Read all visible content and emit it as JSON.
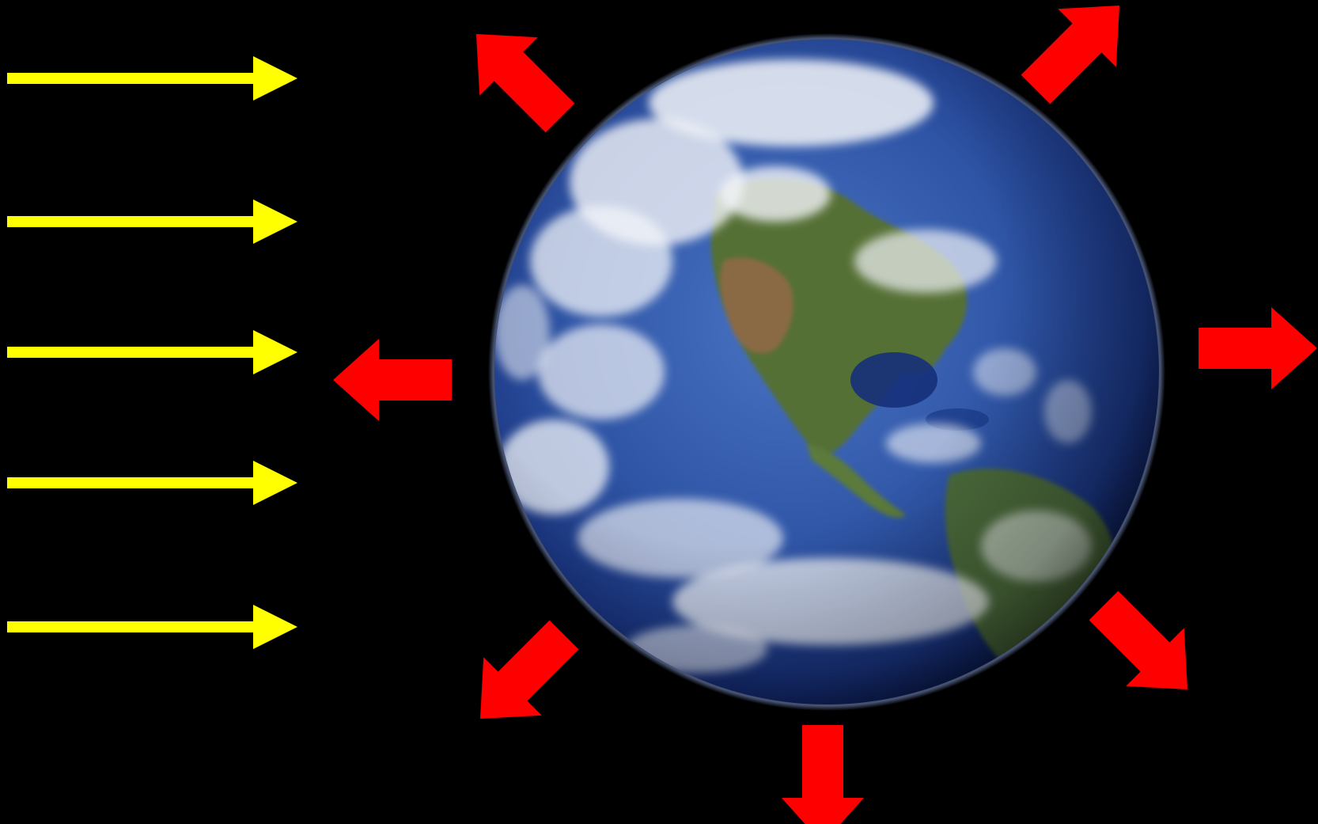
{
  "colors": {
    "background": "#000000",
    "incoming_arrow": "#FFFF00",
    "outgoing_arrow": "#FF0000",
    "ocean_light": "#4a74c4",
    "ocean_dark": "#0b1a55",
    "land_green": "#4f6e34",
    "land_brown": "#8a6a45",
    "cloud": "#f2f4f8"
  },
  "diagram": {
    "subject_icon": "earth-globe-icon",
    "incoming_arrows": [
      {
        "direction": "right"
      },
      {
        "direction": "right"
      },
      {
        "direction": "right"
      },
      {
        "direction": "right"
      },
      {
        "direction": "right"
      }
    ],
    "outgoing_arrows": [
      {
        "direction": "up-left"
      },
      {
        "direction": "up-right"
      },
      {
        "direction": "left"
      },
      {
        "direction": "right"
      },
      {
        "direction": "down-left"
      },
      {
        "direction": "down-right"
      },
      {
        "direction": "down"
      }
    ]
  }
}
